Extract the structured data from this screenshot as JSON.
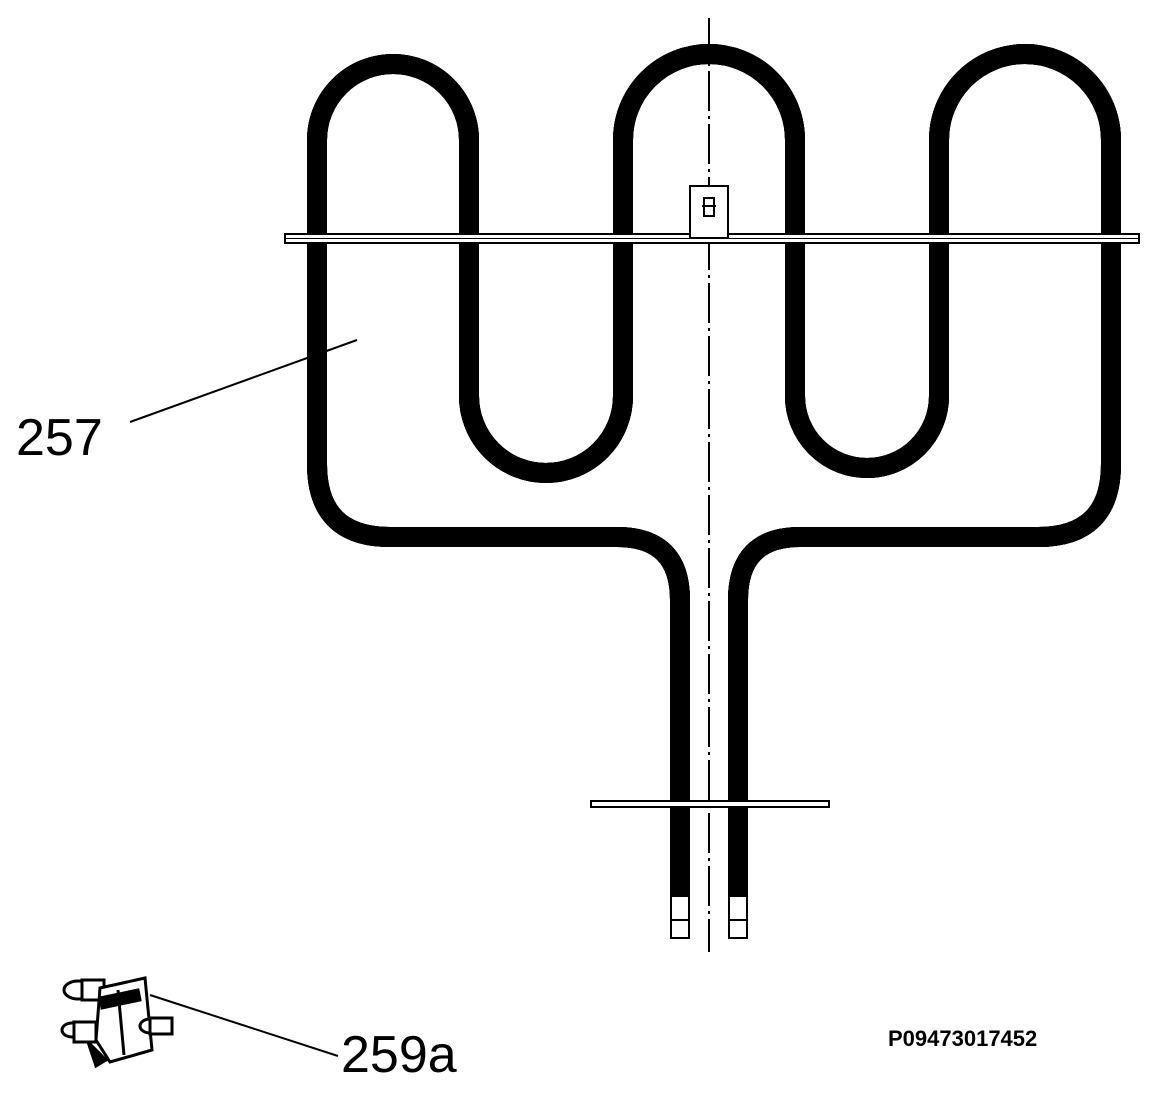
{
  "diagram": {
    "callouts": {
      "heating_element": "257",
      "thermostat_part": "259a"
    },
    "drawing_code": "P09473017452"
  }
}
